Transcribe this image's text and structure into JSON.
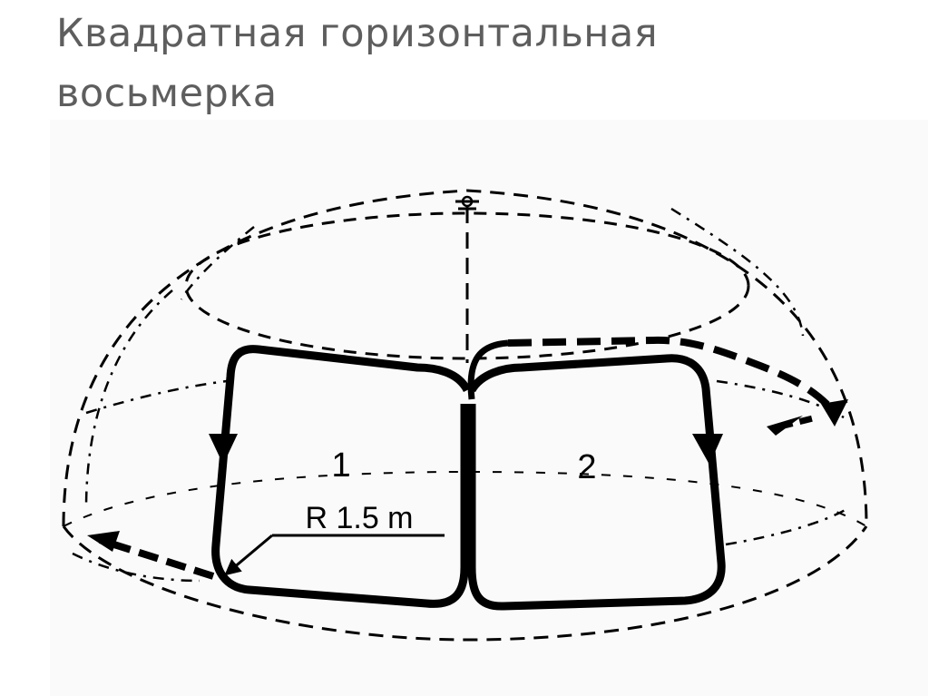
{
  "slide": {
    "title": "Квадратная горизонтальная восьмерка"
  },
  "diagram": {
    "box_labels": [
      "1",
      "2"
    ],
    "radius_label": "R 1.5 m",
    "colors": {
      "ink": "#000000",
      "title": "#5e5e5e",
      "background": "#ffffff",
      "panel": "#fafafa"
    }
  }
}
